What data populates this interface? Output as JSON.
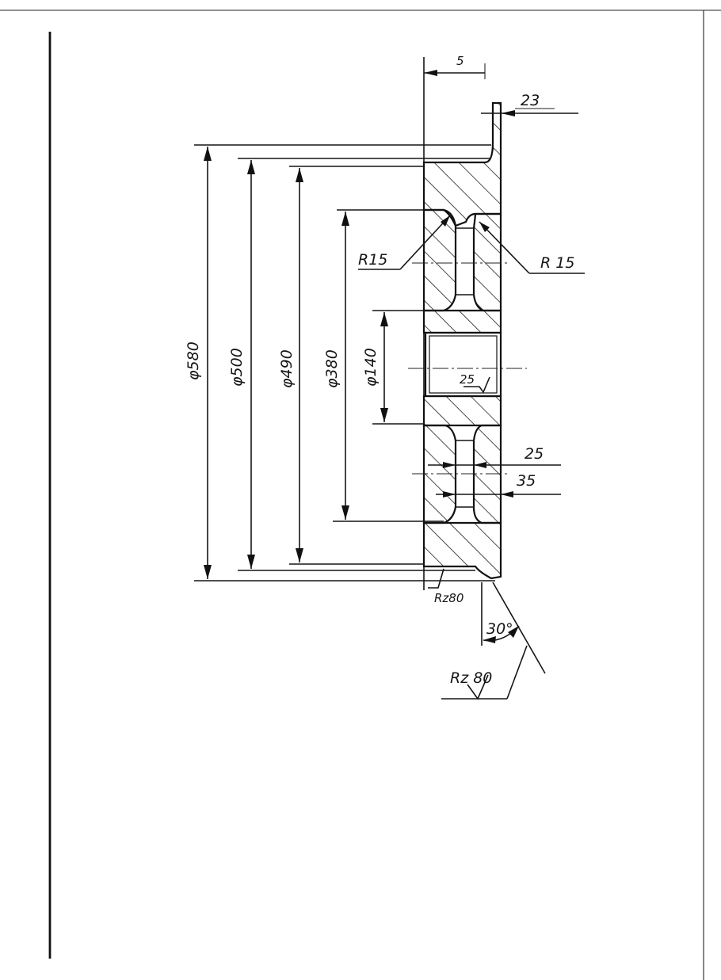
{
  "drawing": {
    "diameters": {
      "d580": "φ580",
      "d500": "φ500",
      "d490": "φ490",
      "d380": "φ380",
      "d140": "φ140"
    },
    "radii": {
      "left": "R15",
      "right": "R 15"
    },
    "dimensions": {
      "top": "5",
      "top_right": "23",
      "right_upper": "25",
      "right_lower": "35",
      "bore_roughness": "25"
    },
    "roughness": {
      "bottom": "Rz80",
      "chamfer_label": "Rz 80"
    },
    "angle": "30°"
  }
}
